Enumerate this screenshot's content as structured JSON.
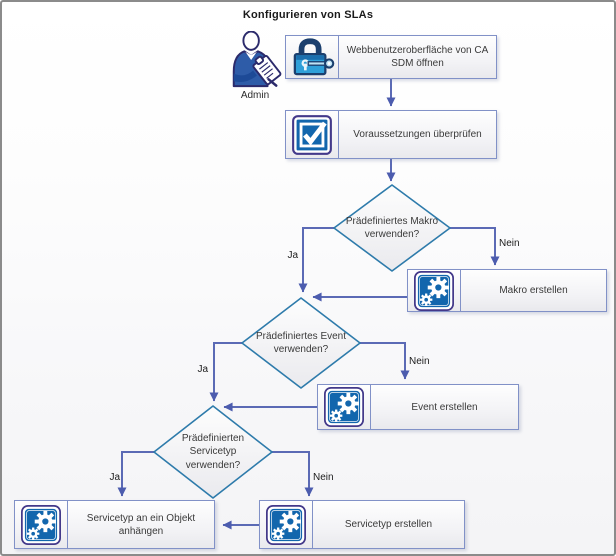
{
  "title": "Konfigurieren von SLAs",
  "actor": {
    "name": "Admin"
  },
  "steps": {
    "open_ui": "Webbenutzeroberfläche von CA SDM öffnen",
    "check_prereq": "Voraussetzungen überprüfen",
    "create_macro": "Makro erstellen",
    "create_event": "Event erstellen",
    "attach_servicetype": "Servicetyp an ein Objekt anhängen",
    "create_servicetype": "Servicetyp erstellen"
  },
  "decisions": {
    "macro": "Prädefiniertes Makro verwenden?",
    "event": "Prädefiniertes Event verwenden?",
    "servicetype": "Prädefinierten Servicetyp verwenden?"
  },
  "edge_labels": {
    "yes": "Ja",
    "no": "Nein"
  },
  "edges": [
    {
      "from": "open_ui",
      "to": "check_prereq",
      "label": ""
    },
    {
      "from": "check_prereq",
      "to": "decision_macro",
      "label": ""
    },
    {
      "from": "decision_macro",
      "to": "create_macro",
      "label": "Nein"
    },
    {
      "from": "decision_macro",
      "to": "decision_event",
      "label": "Ja"
    },
    {
      "from": "create_macro",
      "to": "decision_event",
      "label": ""
    },
    {
      "from": "decision_event",
      "to": "create_event",
      "label": "Nein"
    },
    {
      "from": "decision_event",
      "to": "decision_servicetype",
      "label": "Ja"
    },
    {
      "from": "create_event",
      "to": "decision_servicetype",
      "label": ""
    },
    {
      "from": "decision_servicetype",
      "to": "attach_servicetype",
      "label": "Ja"
    },
    {
      "from": "decision_servicetype",
      "to": "create_servicetype",
      "label": "Nein"
    },
    {
      "from": "create_servicetype",
      "to": "attach_servicetype",
      "label": ""
    }
  ],
  "icons": {
    "open_ui": "lock-key-icon",
    "check_prereq": "checkbox-icon",
    "create_macro": "gears-icon",
    "create_event": "gears-icon",
    "attach_servicetype": "gears-icon",
    "create_servicetype": "gears-icon",
    "actor": "admin-person-icon"
  },
  "colors": {
    "connector": "#5b6ab5",
    "arrowhead": "#4c5cae",
    "box_border": "#8191c7",
    "diamond_border": "#2e7bab",
    "icon_blue": "#1266ad",
    "icon_outline": "#43398a",
    "frame_border": "#8b8b8b"
  }
}
